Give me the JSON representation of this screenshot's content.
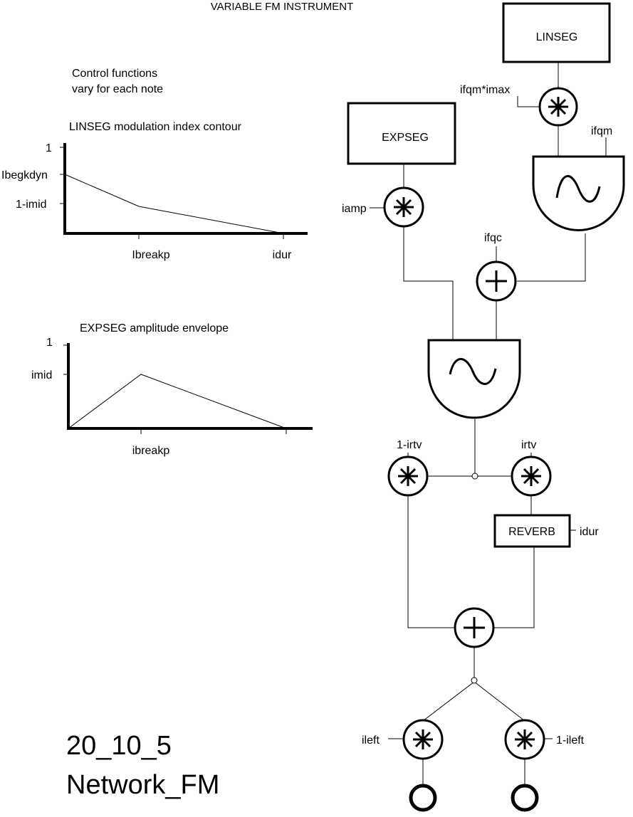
{
  "title": "VARIABLE FM INSTRUMENT",
  "note": [
    "Control functions",
    "vary for each note"
  ],
  "linseg_chart": {
    "title": "LINSEG modulation index contour",
    "y_tick_labels": [
      "1",
      "Ibegkdyn",
      "1-imid"
    ],
    "x_tick_labels": [
      "Ibreakp",
      "idur"
    ]
  },
  "expseg_chart": {
    "title": "EXPSEG amplitude envelope",
    "y_tick_labels": [
      "1",
      "imid"
    ],
    "x_tick_labels": [
      "ibreakp"
    ]
  },
  "blocks": {
    "linseg": "LINSEG",
    "expseg": "EXPSEG",
    "reverb": "REVERB"
  },
  "labels": {
    "ifqm_imax": "ifqm*imax",
    "ifqm": "ifqm",
    "iamp": "iamp",
    "ifqc": "ifqc",
    "one_minus_irtv": "1-irtv",
    "irtv": "irtv",
    "idur": "idur",
    "ileft": "ileft",
    "one_minus_ileft": "1-ileft"
  },
  "footer": {
    "code": "20_10_5",
    "name": "Network_FM"
  }
}
